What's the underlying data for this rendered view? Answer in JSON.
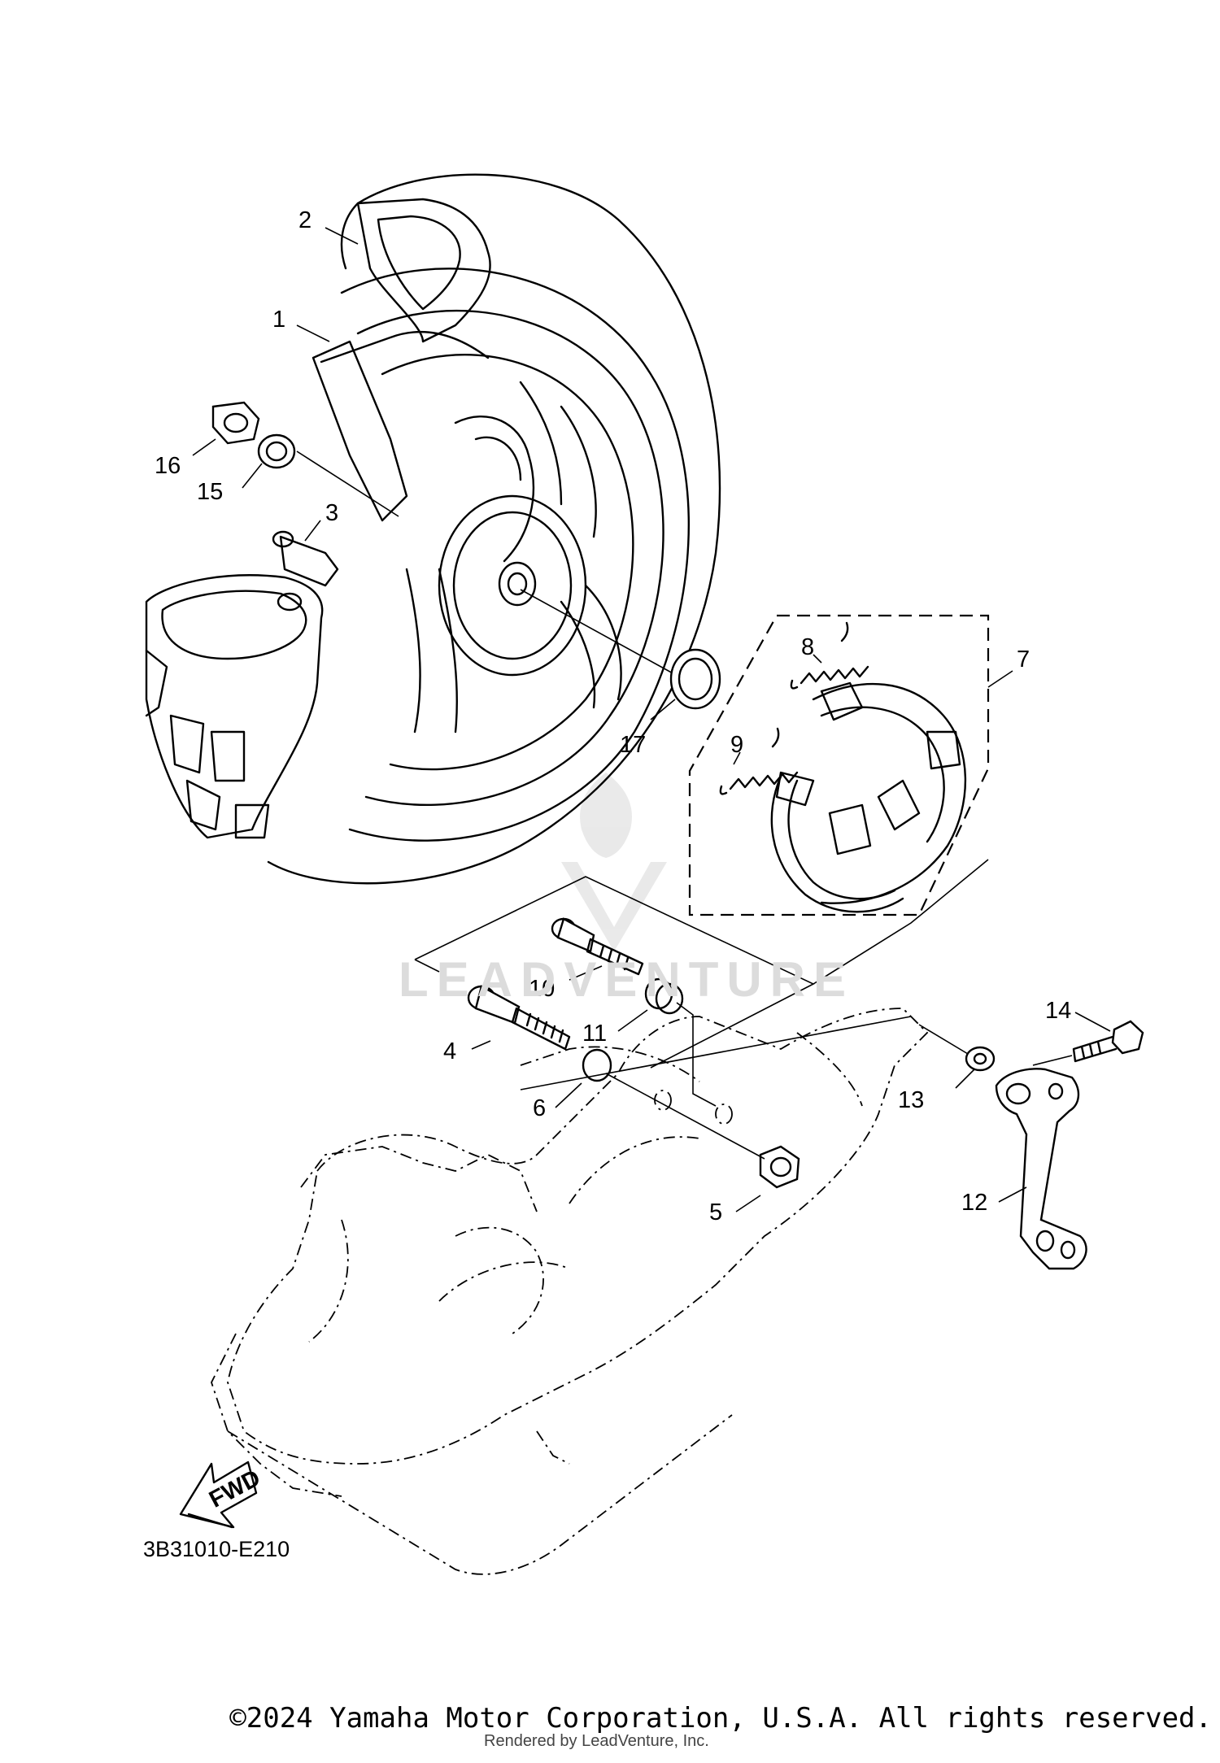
{
  "diagram_code": "3B31010-E210",
  "copyright": "©2024 Yamaha Motor Corporation, U.S.A. All rights reserved.",
  "rendered_by": "Rendered by LeadVenture, Inc.",
  "watermark": "LEADVENTURE",
  "fwd_label": "FWD",
  "callouts": {
    "c1": "1",
    "c2": "2",
    "c3": "3",
    "c4": "4",
    "c5": "5",
    "c6": "6",
    "c7": "7",
    "c8": "8",
    "c9": "9",
    "c10": "10",
    "c11": "11",
    "c12": "12",
    "c13": "13",
    "c14": "14",
    "c15": "15",
    "c16": "16",
    "c17": "17"
  }
}
